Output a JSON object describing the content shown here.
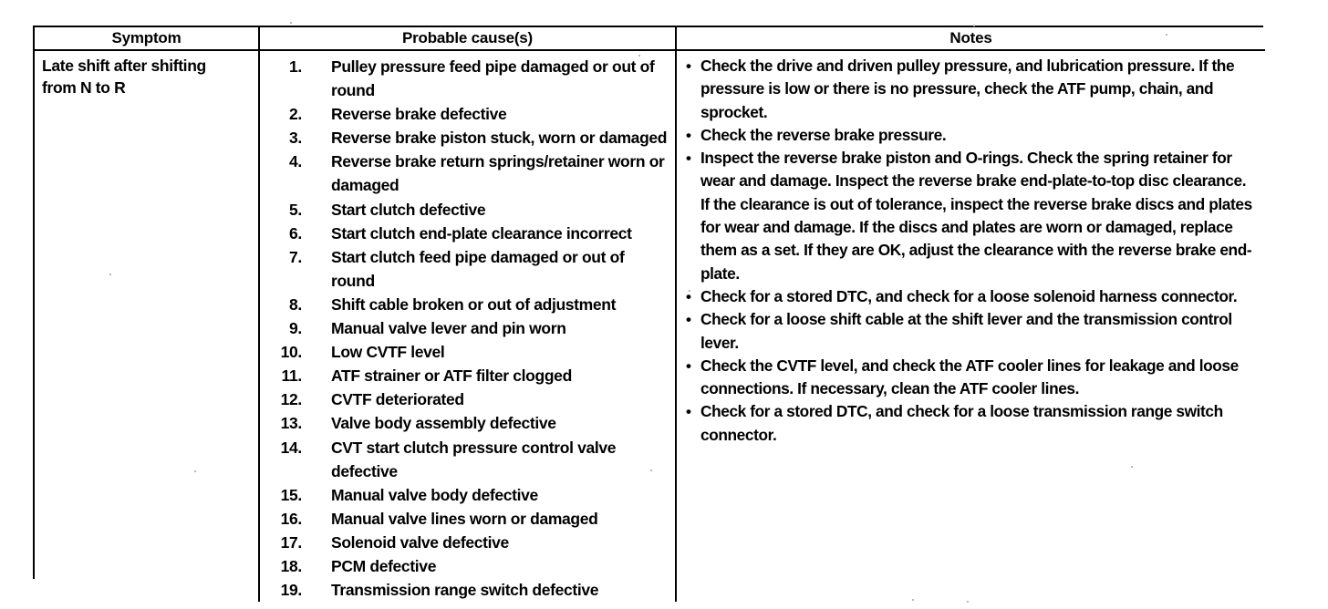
{
  "document": {
    "type": "troubleshooting-table",
    "background_color": "#ffffff",
    "text_color": "#000000",
    "border_color": "#000000"
  },
  "table": {
    "headers": {
      "symptom": "Symptom",
      "cause": "Probable cause(s)",
      "notes": "Notes"
    },
    "row": {
      "symptom": "Late shift after shifting\nfrom N to R",
      "causes": [
        {
          "number": "1.",
          "text": "Pulley pressure feed pipe damaged or out of round"
        },
        {
          "number": "2.",
          "text": "Reverse brake defective"
        },
        {
          "number": "3.",
          "text": "Reverse brake piston stuck, worn or damaged"
        },
        {
          "number": "4.",
          "text": "Reverse brake return springs/retainer worn or damaged"
        },
        {
          "number": "5.",
          "text": "Start clutch defective"
        },
        {
          "number": "6.",
          "text": "Start clutch end-plate clearance incorrect"
        },
        {
          "number": "7.",
          "text": "Start clutch feed pipe damaged or out of round"
        },
        {
          "number": "8.",
          "text": "Shift cable broken or out of adjustment"
        },
        {
          "number": "9.",
          "text": "Manual valve lever and pin worn"
        },
        {
          "number": "10.",
          "text": "Low CVTF level"
        },
        {
          "number": "11.",
          "text": "ATF strainer or ATF filter clogged"
        },
        {
          "number": "12.",
          "text": "CVTF deteriorated"
        },
        {
          "number": "13.",
          "text": "Valve body assembly defective"
        },
        {
          "number": "14.",
          "text": "CVT start clutch pressure control valve defective"
        },
        {
          "number": "15.",
          "text": "Manual valve body defective"
        },
        {
          "number": "16.",
          "text": "Manual valve lines worn or damaged"
        },
        {
          "number": "17.",
          "text": "Solenoid valve defective"
        },
        {
          "number": "18.",
          "text": "PCM defective"
        },
        {
          "number": "19.",
          "text": "Transmission range switch defective"
        }
      ],
      "notes": [
        {
          "bullet": "•",
          "text": "Check the drive and driven pulley pressure, and lubrication pressure. If the pressure is low or there is no pressure, check the ATF pump, chain, and sprocket."
        },
        {
          "bullet": "•",
          "text": "Check the reverse brake pressure."
        },
        {
          "bullet": "•",
          "text": "Inspect the reverse brake piston and O-rings. Check the spring retainer for wear and damage. Inspect the reverse brake end-plate-to-top disc clearance. If the clearance is out of tolerance, inspect the reverse brake discs and plates for wear and damage. If the discs and plates are worn or damaged, replace them as a set. If they are OK, adjust the clearance with the reverse brake end-plate."
        },
        {
          "bullet": "•",
          "text": "Check for a stored DTC, and check for a loose solenoid harness connector."
        },
        {
          "bullet": "•",
          "text": "Check for a loose shift cable at the shift lever and the transmission control lever."
        },
        {
          "bullet": "•",
          "text": "Check the CVTF level, and check the ATF cooler lines for leakage and loose connections. If necessary, clean the ATF cooler lines."
        },
        {
          "bullet": "•",
          "text": "Check for a stored DTC, and check for a loose transmission range switch connector."
        }
      ]
    }
  }
}
